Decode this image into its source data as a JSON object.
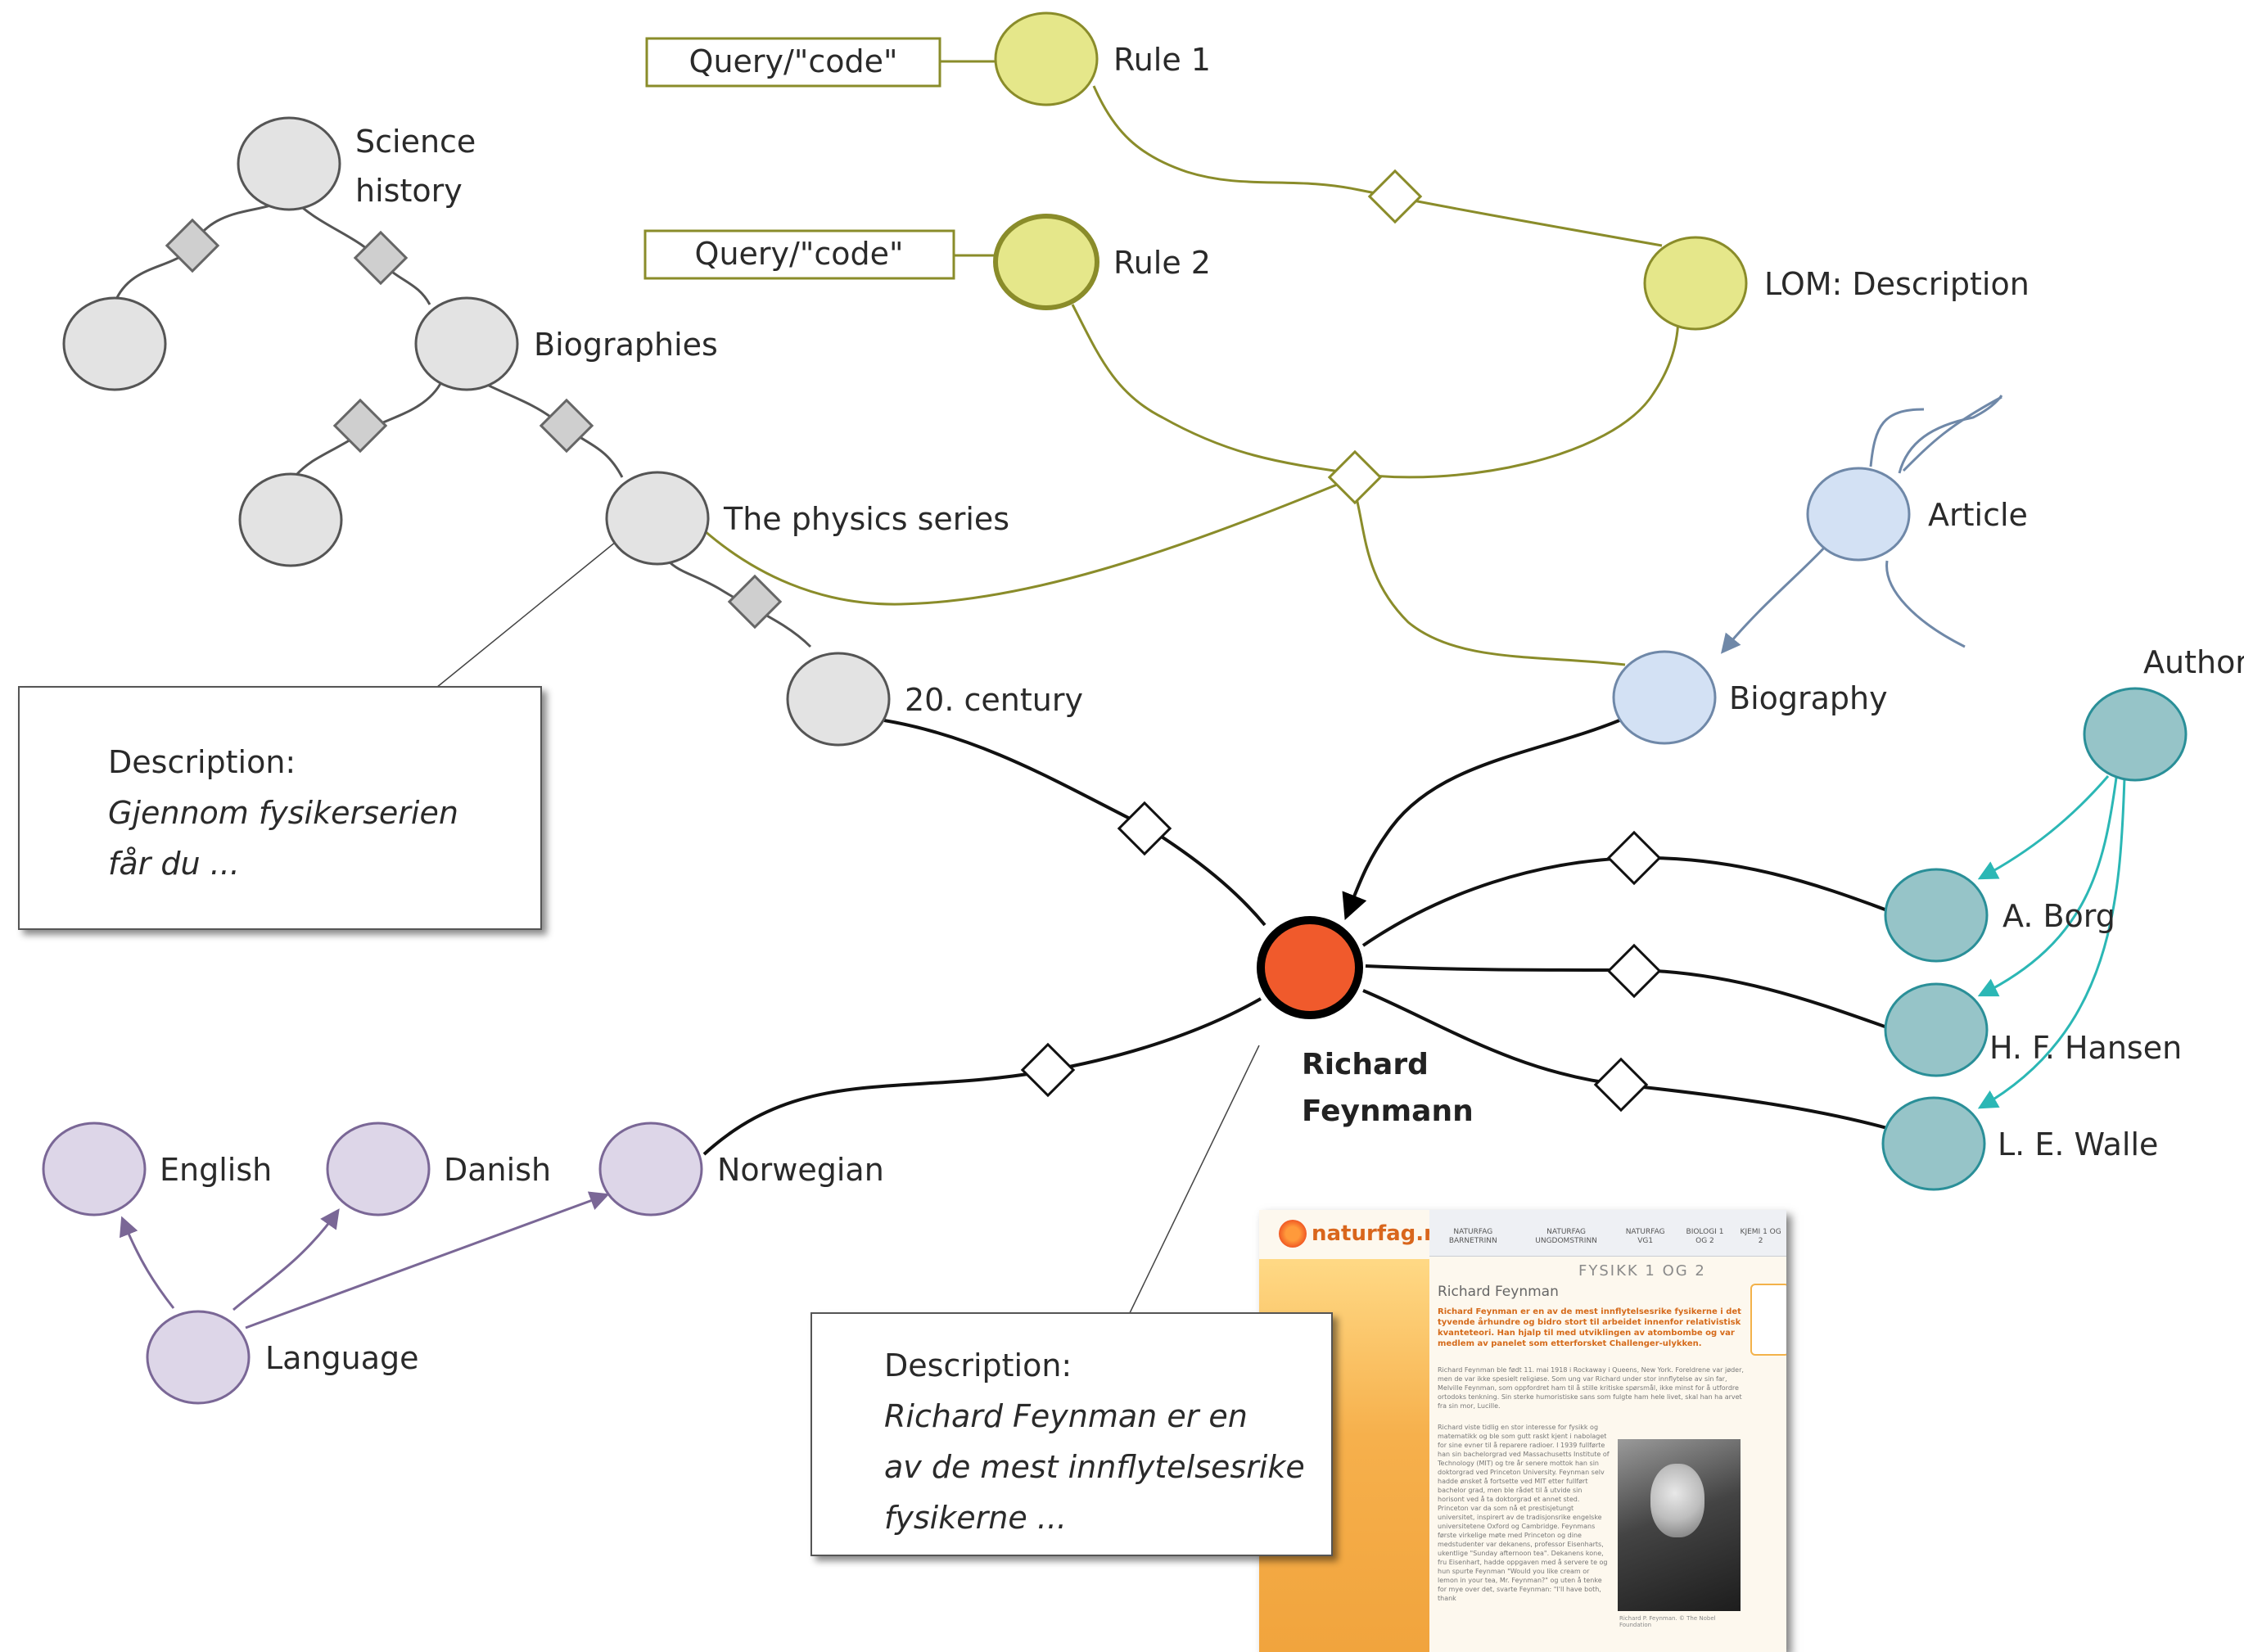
{
  "nodes": {
    "science_history": "Science\nhistory",
    "biographies": "Biographies",
    "physics_series": "The physics series",
    "twentieth_century": "20. century",
    "rule1": "Rule 1",
    "rule2": "Rule 2",
    "lom_description": "LOM: Description",
    "article": "Article",
    "biography": "Biography",
    "author": "Author",
    "a_borg": "A. Borg",
    "hf_hansen": "H. F. Hansen",
    "le_walle": "L. E. Walle",
    "richard_feynmann": "Richard\nFeynmann",
    "english": "English",
    "danish": "Danish",
    "norwegian": "Norwegian",
    "language": "Language"
  },
  "queries": {
    "query1": "Query/\"code\"",
    "query2": "Query/\"code\""
  },
  "descriptions": {
    "physics": {
      "heading": "Description:",
      "text_line1": "Gjennom fysikerserien",
      "text_line2": "får du ..."
    },
    "feynman": {
      "heading": "Description:",
      "text_line1": "Richard Feynman er en",
      "text_line2": "av de mest innflytelsesrike",
      "text_line3": "fysikerne ..."
    }
  },
  "webpage": {
    "logo": "naturfag.no",
    "nav": [
      "NATURFAG BARNETRINN",
      "NATURFAG UNGDOMSTRINN",
      "NATURFAG VG1",
      "BIOLOGI 1 OG 2",
      "KJEMI 1 OG 2"
    ],
    "section": "FYSIKK 1 OG 2",
    "heading": "Richard Feynman",
    "lead": "Richard Feynman er en av de mest innflytelsesrike fysikerne i det tyvende århundre og bidro stort til arbeidet innenfor relativistisk kvanteteori. Han hjalp til med utviklingen av atombombe og var medlem av panelet som etterforsket Challenger-ulykken.",
    "body1": "Richard Feynman ble født 11. mai 1918 i Rockaway i Queens, New York. Foreldrene var jøder, men de var ikke spesielt religiøse. Som ung var Richard under stor innflytelse av sin far, Melville Feynman, som oppfordret ham til å stille kritiske spørsmål, ikke minst for å utfordre ortodoks tenkning. Sin sterke humoristiske sans som fulgte ham hele livet, skal han ha arvet fra sin mor, Lucille.",
    "body2": "Richard viste tidlig en stor interesse for fysikk og matematikk og ble som gutt raskt kjent i nabolaget for sine evner til å reparere radioer. I 1939 fullførte han sin bachelorgrad ved Massachusetts Institute of Technology (MIT) og tre år senere mottok han sin doktorgrad ved Princeton University. Feynman selv hadde ønsket å fortsette ved MIT etter fullført bachelor grad, men ble rådet til å utvide sin horisont ved å ta doktorgrad et annet sted. Princeton var da som nå et prestisjetungt universitet, inspirert av de tradisjonsrike engelske universitetene Oxford og Cambridge. Feynmans første virkelige møte med Princeton og dine medstudenter var dekanens, professor Eisenharts, ukentlige \"Sunday afternoon tea\". Dekanens kone, fru Eisenhart, hadde oppgaven med å servere te og hun spurte Feynman \"Would you like cream or lemon in your tea, Mr. Feynman?\" og uten å tenke for mye over det, svarte Feynman: \"I'll have both, thank",
    "caption": "Richard P. Feynman. © The Nobel Foundation"
  },
  "colors": {
    "gray_node": "#e3e3e3",
    "yellow_node": "#e5e78a",
    "yellow_edge": "#8a8c2a",
    "blue_node": "#d3e1f4",
    "blue_edge": "#6f88a8",
    "teal_node": "#96c4c8",
    "teal_edge": "#2bb7b5",
    "purple_node": "#ddd6e8",
    "purple_edge": "#7a6796",
    "center_node": "#f05a2c"
  }
}
